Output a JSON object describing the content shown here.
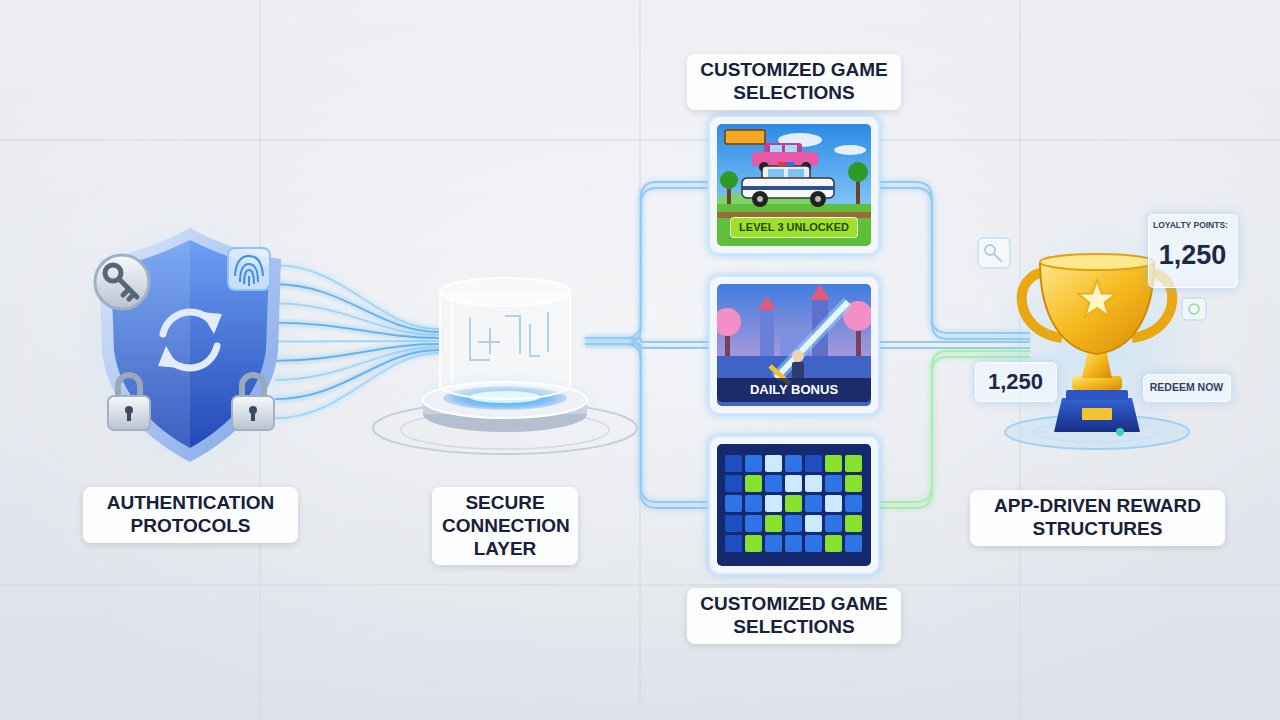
{
  "diagram": {
    "nodes": [
      {
        "text": [
          "AUTHENTICATION PROTOCOLS"
        ]
      },
      {
        "text": [
          "SECURE CONNECTION LAYER"
        ]
      },
      {
        "text": [
          "CUSTOMIZED GAME SELECTIONS",
          "LEVEL 3 UNLOCKED"
        ]
      },
      {
        "text": [
          "DAILY BONUS"
        ]
      },
      {
        "text": [
          "CUSTOMIZED GAME SELECTIONS"
        ]
      },
      {
        "text": [
          "APP-DRIVEN REWARD STRUCTURES"
        ]
      },
      {
        "text": [
          "LOYALTY POINTS:",
          "1,250"
        ]
      },
      {
        "text": [
          "1,250"
        ]
      },
      {
        "text": [
          "REDEEM NOW"
        ]
      }
    ],
    "edges": [
      {
        "from": 0,
        "to": 1,
        "arrow": "none"
      },
      {
        "from": 1,
        "to": 2,
        "arrow": "none"
      },
      {
        "from": 1,
        "to": 3,
        "arrow": "none"
      },
      {
        "from": 1,
        "to": 4,
        "arrow": "none"
      },
      {
        "from": 2,
        "to": 5,
        "arrow": "none"
      },
      {
        "from": 3,
        "to": 5,
        "arrow": "none"
      },
      {
        "from": 4,
        "to": 5,
        "arrow": "none"
      }
    ]
  }
}
